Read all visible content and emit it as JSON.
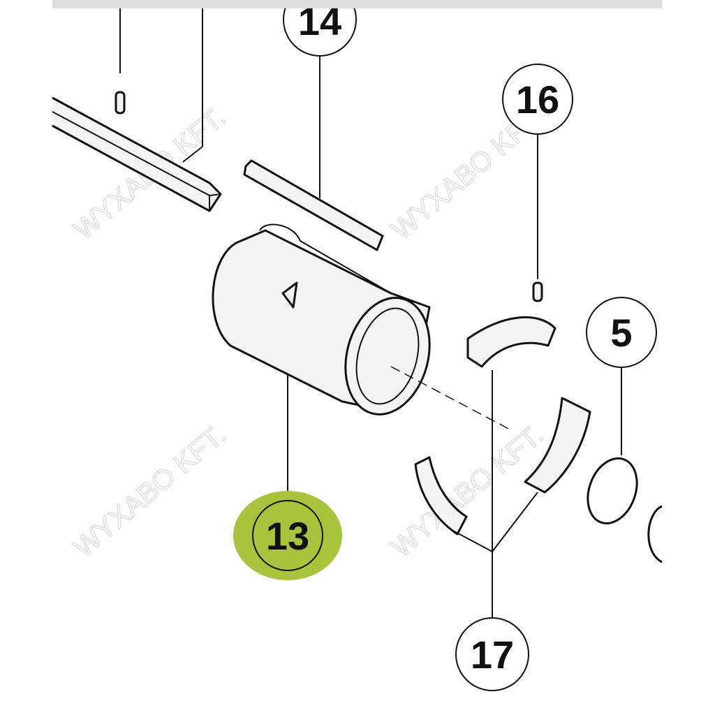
{
  "watermark": "WYXABO KFT.",
  "highlight_color": "#a7c43c",
  "callouts": [
    {
      "label": "14"
    },
    {
      "label": "16"
    },
    {
      "label": "5"
    },
    {
      "label": "13",
      "highlighted": true
    },
    {
      "label": "17"
    }
  ]
}
